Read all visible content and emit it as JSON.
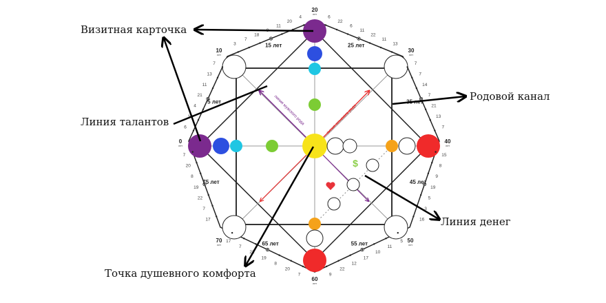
{
  "annotations": {
    "business_card": "Визитная карточка",
    "talent_line": "Линия талантов",
    "ancestral_channel": "Родовой канал",
    "money_line": "Линия денег",
    "soul_comfort_point": "Точка душевного комфорта"
  },
  "diagram_labels": {
    "male_line": "линия мужского рода",
    "female_line": "линия женского рода",
    "dollar": "$",
    "years_word": "лет"
  },
  "ages": [
    "0",
    "10",
    "20",
    "30",
    "40",
    "50",
    "60",
    "70"
  ],
  "mid_ages": [
    "5 лет",
    "15 лет",
    "25 лет",
    "35 лет",
    "45 лет",
    "55 лет",
    "65 лет",
    "75 лет"
  ],
  "edge_numbers": [
    [
      "6",
      "10",
      "4",
      "21",
      "11",
      "13",
      "7"
    ],
    [
      "3",
      "7",
      "18",
      "9",
      "11",
      "20",
      "4"
    ],
    [
      "6",
      "22",
      "6",
      "11",
      "22",
      "11",
      "13"
    ],
    [
      "7",
      "7",
      "14",
      "7",
      "21",
      "13",
      "7"
    ],
    [
      "15",
      "8",
      "9",
      "19",
      "5",
      "3",
      "16"
    ],
    [
      "5",
      "11",
      "10",
      "17",
      "12",
      "22",
      "9"
    ],
    [
      "7",
      "20",
      "8",
      "19",
      "22",
      "7",
      "17"
    ],
    [
      "17",
      "7",
      "22",
      "19",
      "8",
      "20",
      "7"
    ]
  ],
  "colors": {
    "purple": "#7b2a8e",
    "blue": "#2d4fe0",
    "cyan": "#1fc6e3",
    "green": "#7ccc34",
    "yellow": "#f7e31a",
    "orange": "#f5a21a",
    "red": "#f02a2a",
    "male_line": "#7b2a8e",
    "female_line": "#e83535"
  }
}
